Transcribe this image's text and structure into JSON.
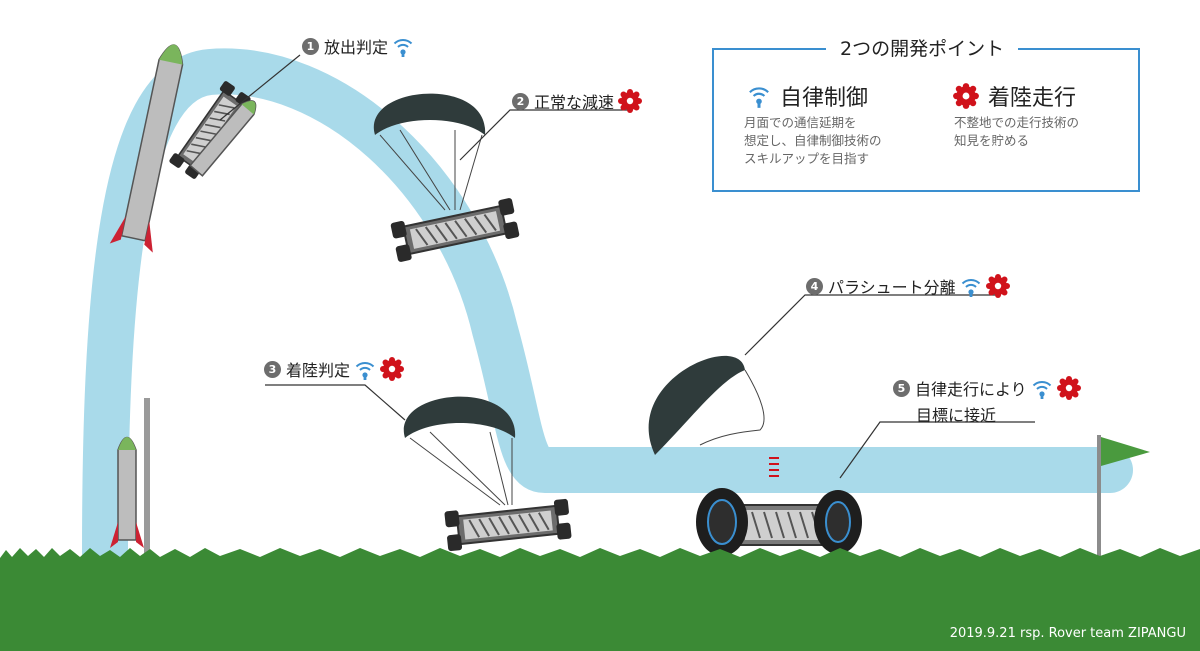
{
  "legend": {
    "title": "2つの開発ポイント",
    "items": [
      {
        "icon": "wifi-icon",
        "label": "自律制御",
        "desc": "月面での通信延期を\n想定し、自律制御技術の\nスキルアップを目指す"
      },
      {
        "icon": "gear-icon",
        "label": "着陸走行",
        "desc": "不整地での走行技術の\n知見を貯める"
      }
    ]
  },
  "steps": [
    {
      "num": "1",
      "label": "放出判定",
      "icons": [
        "wifi-icon"
      ]
    },
    {
      "num": "2",
      "label": "正常な減速",
      "icons": [
        "gear-icon"
      ]
    },
    {
      "num": "3",
      "label": "着陸判定",
      "icons": [
        "wifi-icon",
        "gear-icon"
      ]
    },
    {
      "num": "4",
      "label": "パラシュート分離",
      "icons": [
        "wifi-icon",
        "gear-icon"
      ]
    },
    {
      "num": "5",
      "label": "自律走行により",
      "label2": "目標に接近",
      "icons": [
        "wifi-icon",
        "gear-icon"
      ]
    }
  ],
  "credit": "2019.9.21 rsp.  Rover team ZIPANGU",
  "colors": {
    "path": "#a9daea",
    "grass": "#3b8a35",
    "accent_blue": "#3a8fd0",
    "accent_red": "#d0121b",
    "chute": "#2f3b3b"
  }
}
